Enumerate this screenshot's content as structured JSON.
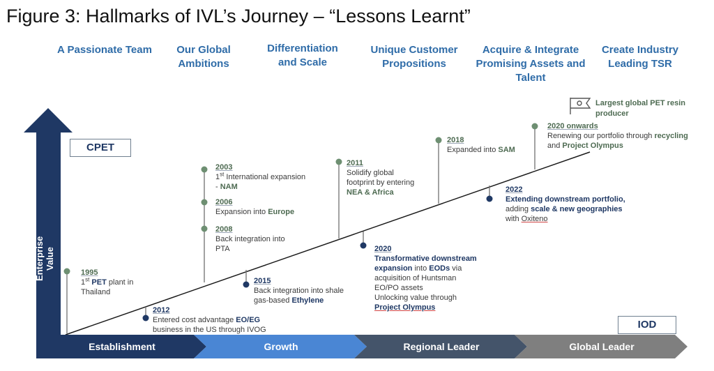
{
  "title": "Figure 3: Hallmarks of IVL’s Journey – “Lessons Learnt”",
  "hallmarks": [
    {
      "label": "A Passionate Team"
    },
    {
      "label": "Our Global Ambitions"
    },
    {
      "label": "Differentiation and Scale"
    },
    {
      "label": "Unique Customer Propositions"
    },
    {
      "label": "Acquire & Integrate Promising Assets and Talent"
    },
    {
      "label": "Create Industry Leading TSR"
    }
  ],
  "axis_label": "Enterprise Value",
  "cpet_label": "CPET",
  "iod_label": "IOD",
  "flag_note": "Largest global PET resin producer",
  "events": {
    "e1995": {
      "year": "1995",
      "sup": "st",
      "strong": "PET",
      "line1_pre": "1",
      "line1_post": " plant in",
      "line2": "Thailand"
    },
    "e2012a": {
      "year": "2012",
      "line1": "Entered cost advantage ",
      "strong": "EO/EG",
      "line2": "business in the US through IVOG"
    },
    "e2003": {
      "year": "2003",
      "line1_pre": "1",
      "sup": "st",
      "line1_post": " International expansion",
      "line2_pre": "- ",
      "strong": "NAM"
    },
    "e2006": {
      "year": "2006",
      "text": "Expansion into ",
      "strong": "Europe"
    },
    "e2008": {
      "year": "2008",
      "line1": "Back integration into",
      "line2": "PTA"
    },
    "e2015": {
      "year": "2015",
      "line1": "Back integration into shale",
      "line2_pre": "gas-based ",
      "strong": "Ethylene"
    },
    "e2011": {
      "year": "2011",
      "line1": "Solidify global",
      "line2": "footprint by entering",
      "strong": "NEA & Africa"
    },
    "e2020a": {
      "year": "2020",
      "strong1": "Transformative downstream",
      "strong2": "expansion",
      "mid": " into ",
      "strong3": "EODs",
      "post": " via",
      "line3": "acquisition of Huntsman",
      "line4": "EO/PO assets",
      "line5": "Unlocking value through",
      "strong4": "Project Olympus"
    },
    "e2018": {
      "year": "2018",
      "text": "Expanded into ",
      "strong": "SAM"
    },
    "e2022": {
      "year": "2022",
      "strong1": "Extending downstream portfolio,",
      "line2_pre": "adding ",
      "strong2": "scale & new geographies",
      "line3_pre": "with ",
      "line3_link": "Oxiteno"
    },
    "e2020b": {
      "year": "2020 onwards",
      "line1_pre": "Renewing our portfolio through ",
      "strong1": "recycling",
      "line2_pre": "and ",
      "strong2": "Project Olympus"
    }
  },
  "phases": [
    {
      "label": "Establishment",
      "color": "#1f3864"
    },
    {
      "label": "Growth",
      "color": "#4a86d4"
    },
    {
      "label": "Regional Leader",
      "color": "#44546a"
    },
    {
      "label": "Global Leader",
      "color": "#7f7f7f"
    }
  ],
  "colors": {
    "navy": "#1f3864",
    "green_marker": "#6e8f72",
    "hallmark": "#2f6ca8"
  },
  "icons": {
    "flag": "flag-icon"
  }
}
